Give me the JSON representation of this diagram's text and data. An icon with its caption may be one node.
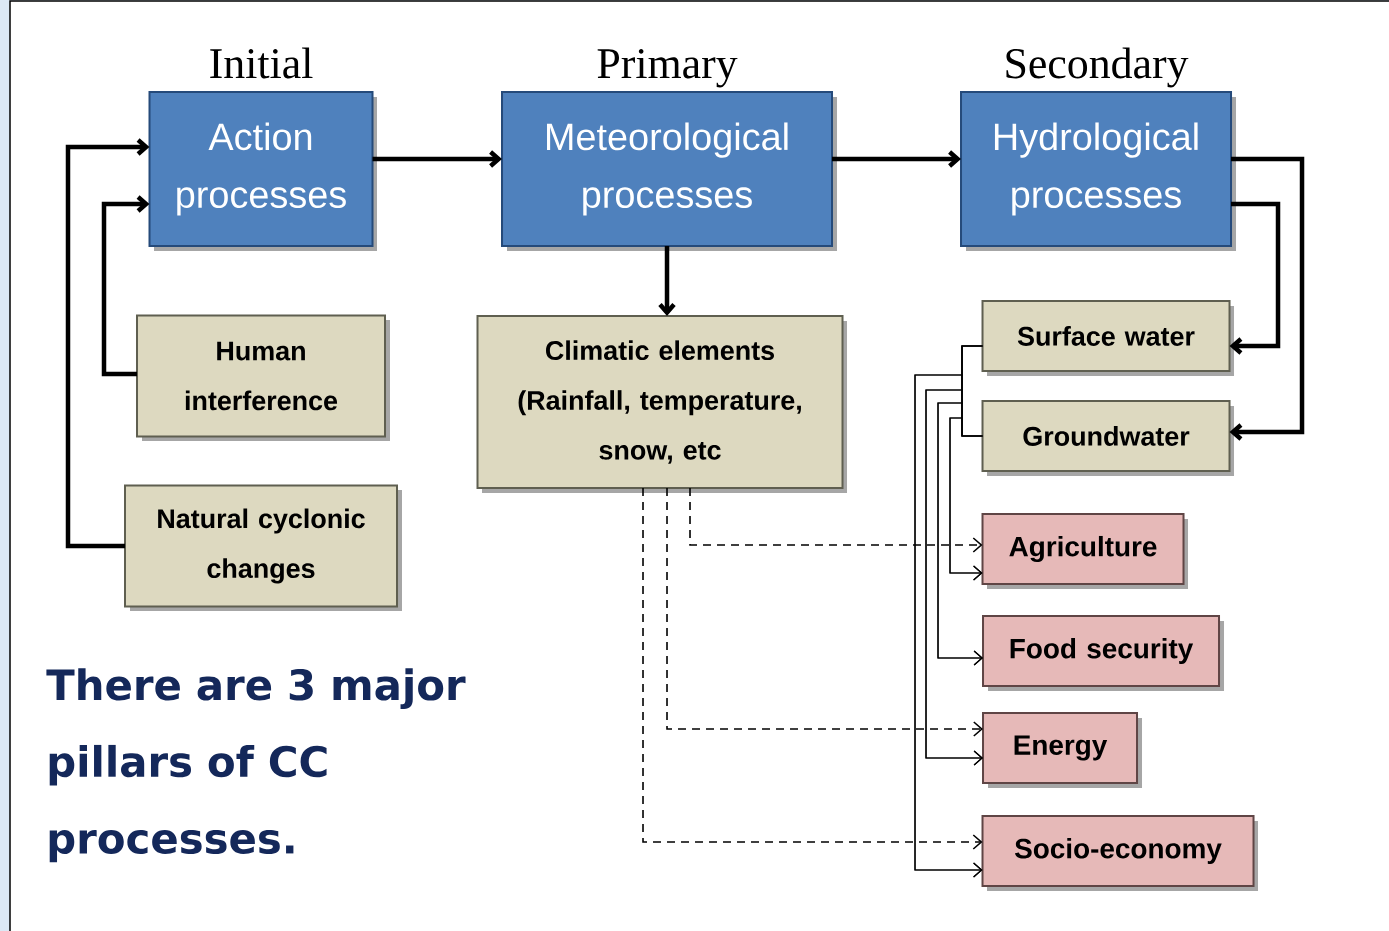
{
  "diagram": {
    "nodes": [
      {
        "text": [
          "Initial",
          "Action processes"
        ]
      },
      {
        "text": [
          "Primary",
          "Meteorological processes"
        ]
      },
      {
        "text": [
          "Secondary",
          "Hydrological processes"
        ]
      },
      {
        "text": [
          "Human interference"
        ]
      },
      {
        "text": [
          "Natural cyclonic changes"
        ]
      },
      {
        "text": [
          "Climatic elements (Rainfall, temperature, snow, etc"
        ]
      },
      {
        "text": [
          "Surface water"
        ]
      },
      {
        "text": [
          "Groundwater"
        ]
      },
      {
        "text": [
          "Agriculture"
        ]
      },
      {
        "text": [
          "Food security"
        ]
      },
      {
        "text": [
          "Energy"
        ]
      },
      {
        "text": [
          "Socio-economy"
        ]
      }
    ],
    "edges": [
      {
        "from": 0,
        "to": 1,
        "arrow": "to",
        "style": "thick"
      },
      {
        "from": 1,
        "to": 2,
        "arrow": "to",
        "style": "thick"
      },
      {
        "from": 1,
        "to": 5,
        "arrow": "to",
        "style": "thick"
      },
      {
        "from": 2,
        "to": 6,
        "arrow": "to",
        "style": "thick"
      },
      {
        "from": 2,
        "to": 7,
        "arrow": "to",
        "style": "thick"
      },
      {
        "from": 3,
        "to": 0,
        "arrow": "to",
        "style": "thick"
      },
      {
        "from": 4,
        "to": 0,
        "arrow": "to",
        "style": "thick"
      },
      {
        "from": 5,
        "to": 8,
        "arrow": "to",
        "style": "dashed"
      },
      {
        "from": 5,
        "to": 10,
        "arrow": "to",
        "style": "dashed"
      },
      {
        "from": 5,
        "to": 11,
        "arrow": "to",
        "style": "dashed"
      },
      {
        "from": 6,
        "to": 8,
        "arrow": "to"
      },
      {
        "from": 6,
        "to": 9,
        "arrow": "to"
      },
      {
        "from": 6,
        "to": 10,
        "arrow": "to"
      },
      {
        "from": 6,
        "to": 11,
        "arrow": "to"
      },
      {
        "from": 7,
        "to": 8,
        "arrow": "to"
      },
      {
        "from": 7,
        "to": 9,
        "arrow": "to"
      },
      {
        "from": 7,
        "to": 10,
        "arrow": "to"
      },
      {
        "from": 7,
        "to": 11,
        "arrow": "to"
      }
    ],
    "labels": [
      "There are 3 major pillars of CC processes."
    ]
  }
}
